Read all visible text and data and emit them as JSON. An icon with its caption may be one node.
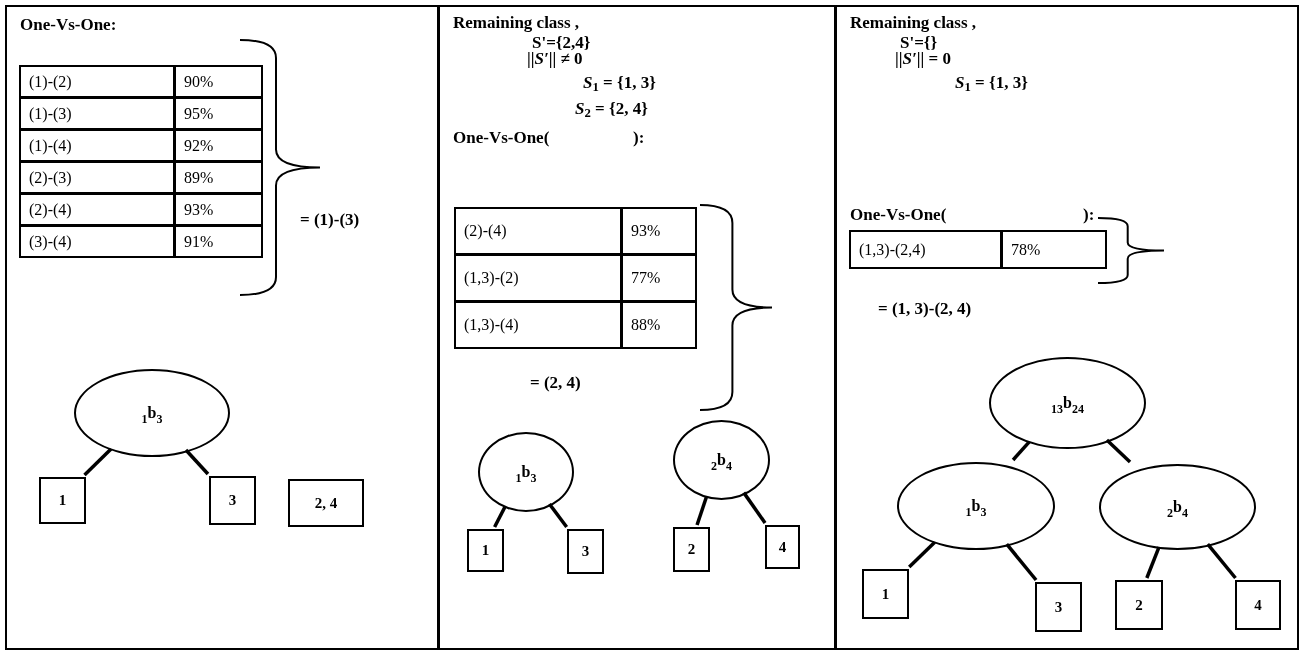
{
  "diagram": {
    "nodes": [
      {
        "text": [],
        "shape": "box"
      },
      {
        "text": [
          "$_{1}$b$_{3}$"
        ],
        "in": 0
      },
      {
        "text": [
          "1"
        ],
        "in": 0
      },
      {
        "text": [
          "3"
        ],
        "in": 0
      },
      {
        "text": [
          "2, 4"
        ],
        "in": 0
      },
      {
        "text": [],
        "shape": "box"
      },
      {
        "text": [
          "$_{1}$b$_{3}$"
        ],
        "in": 5
      },
      {
        "text": [
          "$_{2}$b$_{4}$"
        ],
        "in": 5
      },
      {
        "text": [
          "1"
        ],
        "in": 5
      },
      {
        "text": [
          "3"
        ],
        "in": 5
      },
      {
        "text": [
          "2"
        ],
        "in": 5
      },
      {
        "text": [
          "4"
        ],
        "in": 5
      },
      {
        "text": [],
        "shape": "box"
      },
      {
        "text": [
          "$_{13}$b$_{24}$"
        ],
        "in": 12
      },
      {
        "text": [
          "$_{1}$b$_{3}$"
        ],
        "in": 12
      },
      {
        "text": [
          "$_{2}$b$_{4}$"
        ],
        "in": 12
      },
      {
        "text": [
          "1"
        ],
        "in": 12
      },
      {
        "text": [
          "3"
        ],
        "in": 12
      },
      {
        "text": [
          "2"
        ],
        "in": 12
      },
      {
        "text": [
          "4"
        ],
        "in": 12
      }
    ],
    "edges": [
      {
        "from": 1,
        "to": 2,
        "arrow": "none"
      },
      {
        "from": 1,
        "to": 3,
        "arrow": "none"
      },
      {
        "from": 6,
        "to": 8,
        "arrow": "none"
      },
      {
        "from": 6,
        "to": 9,
        "arrow": "none"
      },
      {
        "from": 7,
        "to": 10,
        "arrow": "none"
      },
      {
        "from": 7,
        "to": 11,
        "arrow": "none"
      },
      {
        "from": 13,
        "to": 14,
        "arrow": "none"
      },
      {
        "from": 13,
        "to": 15,
        "arrow": "none"
      },
      {
        "from": 14,
        "to": 16,
        "arrow": "none"
      },
      {
        "from": 14,
        "to": 17,
        "arrow": "none"
      },
      {
        "from": 15,
        "to": 18,
        "arrow": "none"
      },
      {
        "from": 15,
        "to": 19,
        "arrow": "none"
      }
    ],
    "labels": [
      "One-Vs-One:",
      "(1)-(2)",
      "90%",
      "(1)-(3)",
      "95%",
      "(1)-(4)",
      "92%",
      "(2)-(3)",
      "89%",
      "(2)-(4)",
      "93%",
      "(3)-(4)",
      "91%",
      "= **(1)-(3)**",
      "Remaining class ,",
      "S'={2,4}",
      "||*S′*||  ≠ 0",
      "*S*$_{1}$ = {1, 3}",
      "*S*$_{2}$ = {2, 4}",
      "One-Vs-One(",
      "):",
      "(2)-(4)",
      "93%",
      "(1,3)-(2)",
      "77%",
      "(1,3)-(4)",
      "88%",
      "= (2, 4)",
      "Remaining class  ,",
      "S'={}",
      "||*S′*||  = 0",
      "*S*$_{1}$ = {1, 3}",
      "One-Vs-One(",
      "):",
      "(1,3)-(2,4)",
      "78%",
      "= (1, 3)-(2, 4)"
    ]
  }
}
